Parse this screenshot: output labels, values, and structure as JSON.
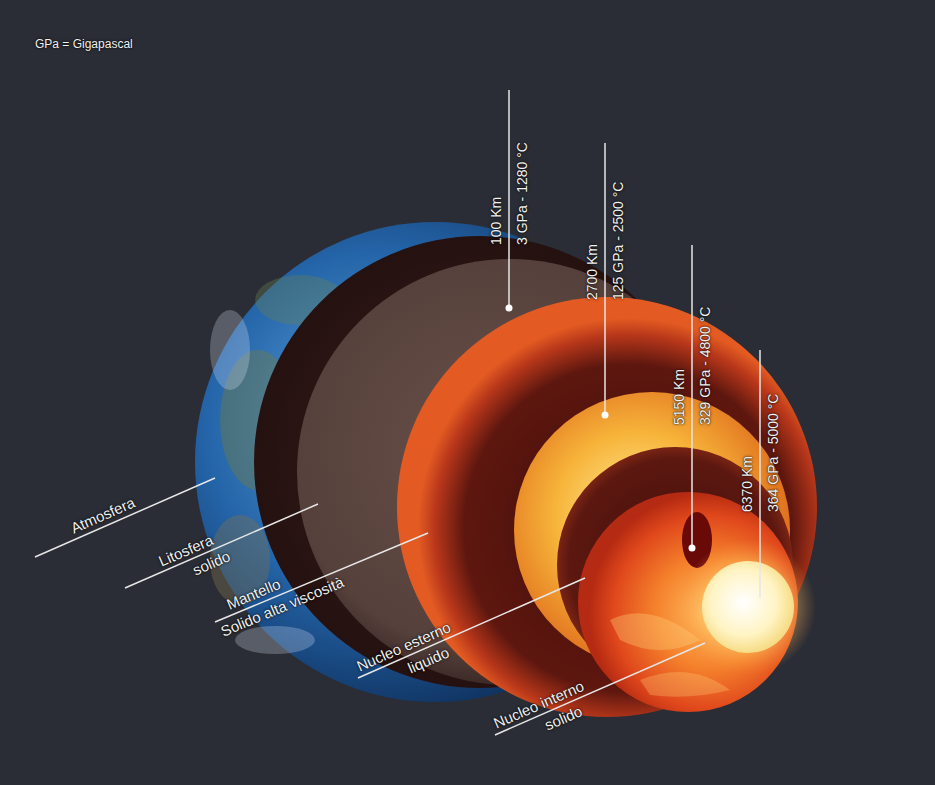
{
  "diagram": {
    "labels": [
      "GPa = Gigapascal",
      "100 Km",
      "3 GPa - 1280 °C",
      "2700 Km",
      "125 GPa - 2500 °C",
      "5150 Km",
      "329 GPa - 4800 °C",
      "6370 Km",
      "364 GPa - 5000 °C",
      "Atmosfera",
      "Litosfera",
      "solido",
      "Mantello",
      "Solido alta viscosità",
      "Nucleo esterno",
      "liquido",
      "Nucleo interno",
      "solido"
    ]
  }
}
